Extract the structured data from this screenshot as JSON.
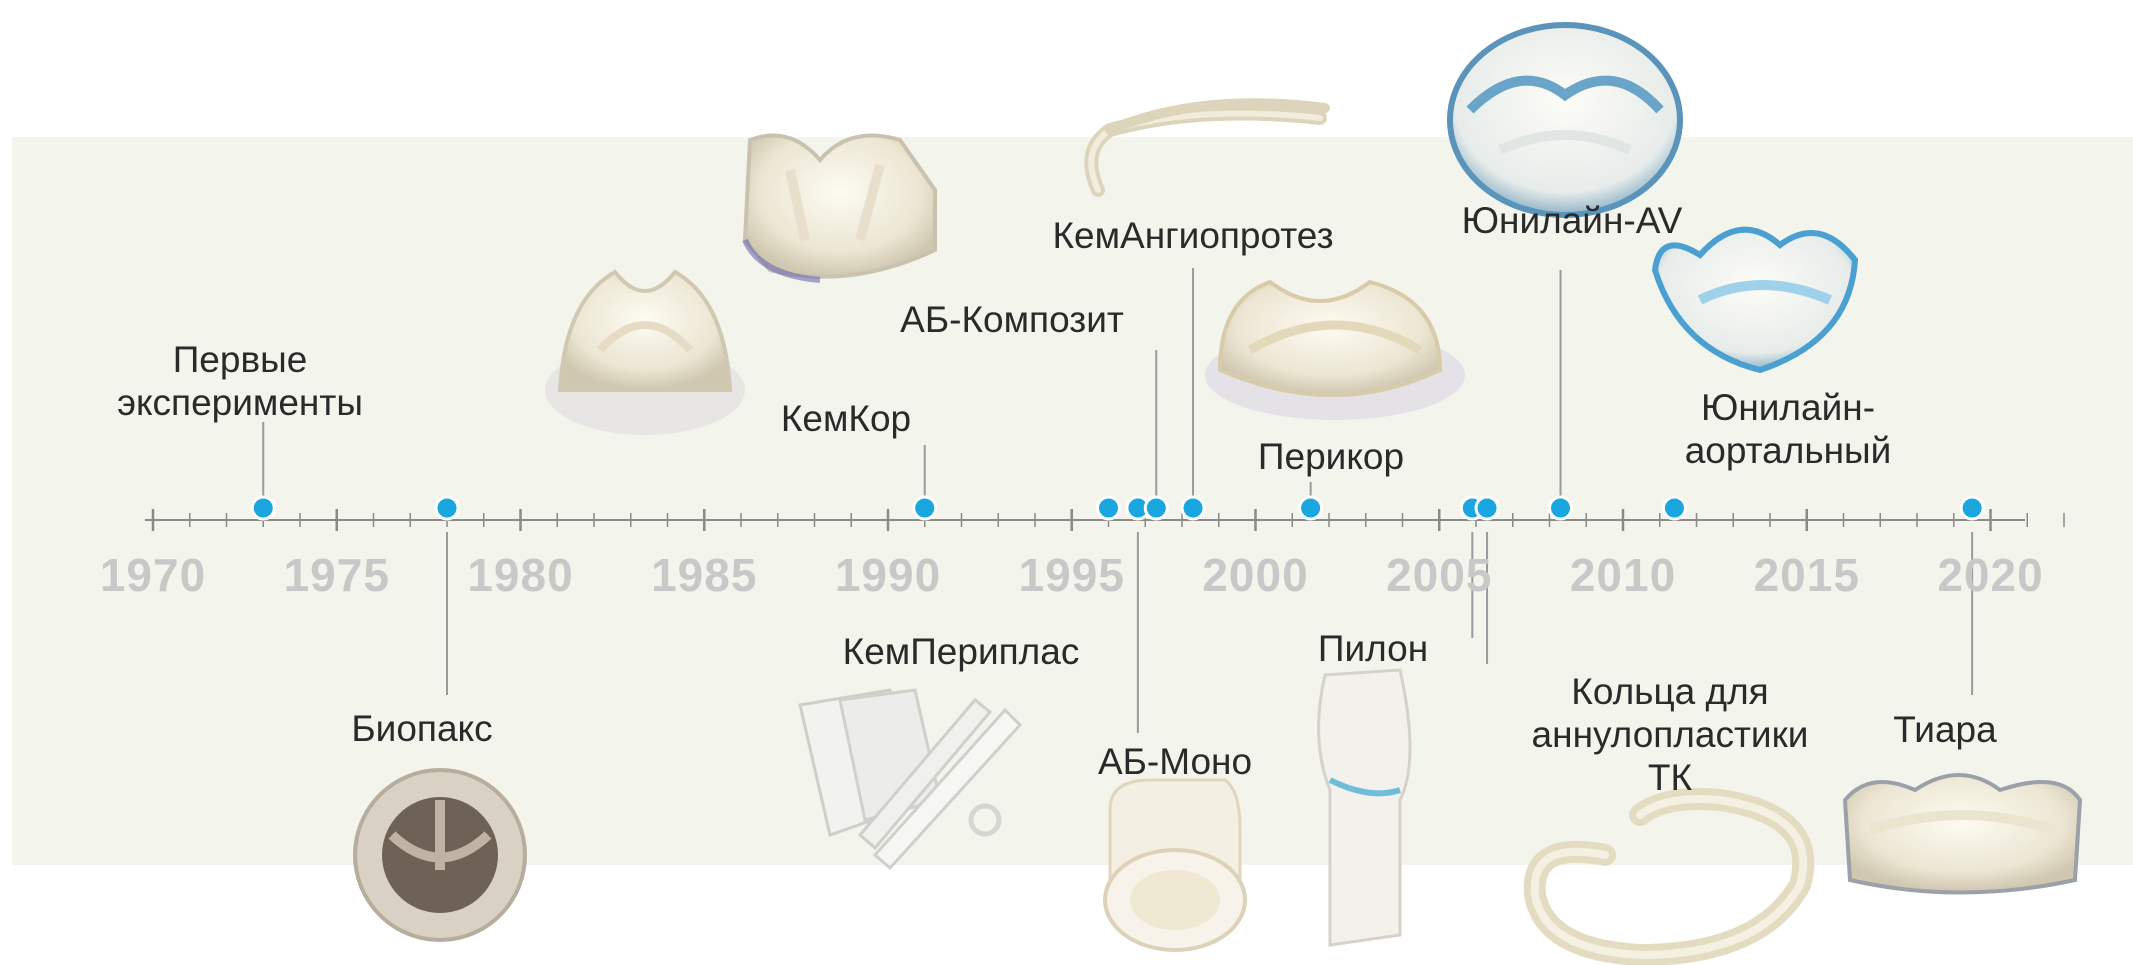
{
  "axis": {
    "years": [
      "1970",
      "1975",
      "1980",
      "1985",
      "1990",
      "1995",
      "2000",
      "2005",
      "2010",
      "2015",
      "2020"
    ]
  },
  "colors": {
    "dot": "#1aa7e0",
    "dot_outline": "#ffffff",
    "axis": "#8a8a8a",
    "year_text": "#c8c8c8",
    "label_text": "#2a2a2a",
    "band": "#f3f4ec"
  },
  "events": [
    {
      "id": "pervye",
      "label": "Первые\nэксперименты",
      "year": 1973,
      "side": "above",
      "image": ""
    },
    {
      "id": "biopaks",
      "label": "Биопакс",
      "year": 1978,
      "side": "below",
      "image": "biological-valve"
    },
    {
      "id": "kemkor",
      "label": "КемКор",
      "year": 1991,
      "side": "above",
      "image": "biological-valve"
    },
    {
      "id": "kemperiplas",
      "label": "КемПериплас",
      "year": 1996,
      "side": "below",
      "image": "patch-strips"
    },
    {
      "id": "ab-mono",
      "label": "АБ-Моно",
      "year": 1996.8,
      "side": "below",
      "image": "mechanical-valve-cylinder"
    },
    {
      "id": "ab-kompozit",
      "label": "АБ-Композит",
      "year": 1997.3,
      "side": "above",
      "image": ""
    },
    {
      "id": "kemangio",
      "label": "КемАнгиопротез",
      "year": 1998.3,
      "side": "above",
      "image": "vascular-graft"
    },
    {
      "id": "perikor",
      "label": "Перикор",
      "year": 2001.5,
      "side": "above",
      "image": "pericardial-valve"
    },
    {
      "id": "pilon",
      "label": "Пилон",
      "year": 2005.9,
      "side": "below",
      "image": "pylon-conduit"
    },
    {
      "id": "koltsa",
      "label": "Кольца для\nаннулопластики\nТК",
      "year": 2006.3,
      "side": "below",
      "image": "annuloplasty-ring"
    },
    {
      "id": "unilain-av",
      "label": "Юнилайн-AV",
      "year": 2008.3,
      "side": "above",
      "image": "valve-blue-sewn"
    },
    {
      "id": "unilain-aort",
      "label": "Юнилайн-\nаортальный",
      "year": 2011.4,
      "side": "above",
      "image": "valve-blue-sewn"
    },
    {
      "id": "tiara",
      "label": "Тиара",
      "year": 2019.5,
      "side": "below",
      "image": "tiara-valve"
    }
  ]
}
